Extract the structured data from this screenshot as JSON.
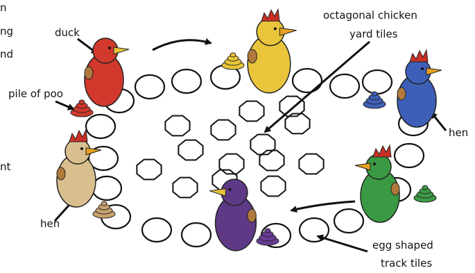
{
  "labels": {
    "duck": "duck",
    "octagonal_line1": "octagonal chicken",
    "octagonal_line2": "yard tiles",
    "pile_of_poo": "pile of poo",
    "hen_right": "hen",
    "hen_left": "hen",
    "egg_line1": "egg shaped",
    "egg_line2": "track tiles"
  },
  "cut_text": {
    "line1": "n",
    "line2": "ng",
    "line3": "nd",
    "line4": "nt"
  },
  "figures": [
    {
      "name": "duck",
      "color": "#d2382c",
      "beak": "#e8c23a"
    },
    {
      "name": "hen-yellow",
      "color": "#e8c53a",
      "beak": "#e8a020"
    },
    {
      "name": "hen-blue",
      "color": "#3d5fb8",
      "beak": "#e8a020"
    },
    {
      "name": "hen-green",
      "color": "#3a9a44",
      "beak": "#e8a020"
    },
    {
      "name": "duck-purple",
      "color": "#5e3a86",
      "beak": "#e8c23a"
    },
    {
      "name": "hen-tan",
      "color": "#d9bf8e",
      "beak": "#e8a020"
    }
  ],
  "poo_piles": [
    {
      "name": "poo-red",
      "color": "#d2382c"
    },
    {
      "name": "poo-yellow",
      "color": "#e8c53a"
    },
    {
      "name": "poo-blue",
      "color": "#3d5fb8"
    },
    {
      "name": "poo-green",
      "color": "#3a9a44"
    },
    {
      "name": "poo-purple",
      "color": "#6a3c96"
    },
    {
      "name": "poo-tan",
      "color": "#c9a070"
    }
  ]
}
